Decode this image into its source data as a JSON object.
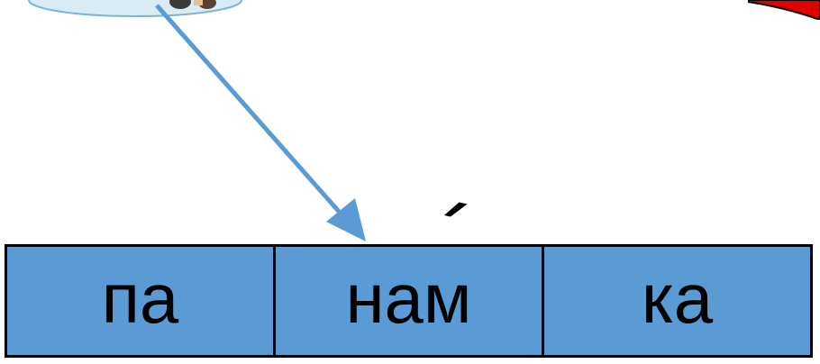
{
  "syllables": [
    {
      "text": "па"
    },
    {
      "text": "нам"
    },
    {
      "text": "ка"
    }
  ],
  "stress_mark": "´",
  "colors": {
    "cell_fill": "#5b9bd5",
    "arrow": "#5b9bd5",
    "border": "#000000",
    "picture_right_red": "#e00000"
  },
  "images": {
    "top_left": "picture-fragment",
    "top_right": "red-picture-fragment"
  }
}
